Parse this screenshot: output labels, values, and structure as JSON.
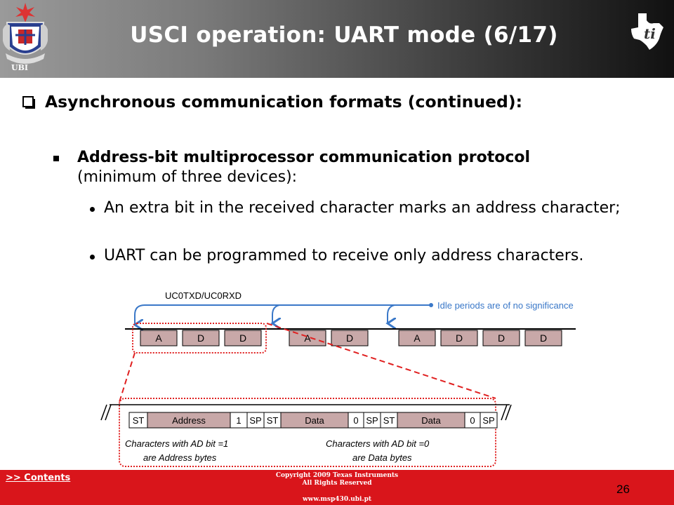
{
  "header": {
    "title": "USCI operation: UART mode (6/17)",
    "logo_text": "UBI",
    "brand_icon": "texas-instruments-logo"
  },
  "bullets": {
    "level1": "Asynchronous communication formats (continued):",
    "level2_bold": "Address-bit multiprocessor communication protocol",
    "level2_rest": " (minimum of three devices):",
    "level3": [
      "An extra bit in the received character marks an address character;",
      "UART can be programmed to receive only address characters."
    ]
  },
  "diagram": {
    "signal_label": "UC0TXD/UC0RXD",
    "idle_note": "Idle periods are of no significance",
    "frames": [
      "A",
      "D",
      "D",
      "A",
      "D",
      "A",
      "D",
      "D",
      "D"
    ],
    "zoom": {
      "fields": [
        "ST",
        "Address",
        "1",
        "SP",
        "ST",
        "Data",
        "0",
        "SP",
        "ST",
        "Data",
        "0",
        "SP"
      ],
      "caption_left": [
        "Characters with AD bit =1",
        "are Address bytes"
      ],
      "caption_right": [
        "Characters with AD bit =0",
        "are Data bytes"
      ]
    }
  },
  "footer": {
    "contents_link": ">> Contents",
    "copyright_line1": "Copyright  2009 Texas Instruments",
    "copyright_line2": "All Rights Reserved",
    "url": "www.msp430.ubi.pt",
    "page_number": "26"
  },
  "colors": {
    "accent_red": "#d9151b",
    "arrow_blue": "#3a78c8",
    "frame_fill": "#c8a8a8"
  }
}
